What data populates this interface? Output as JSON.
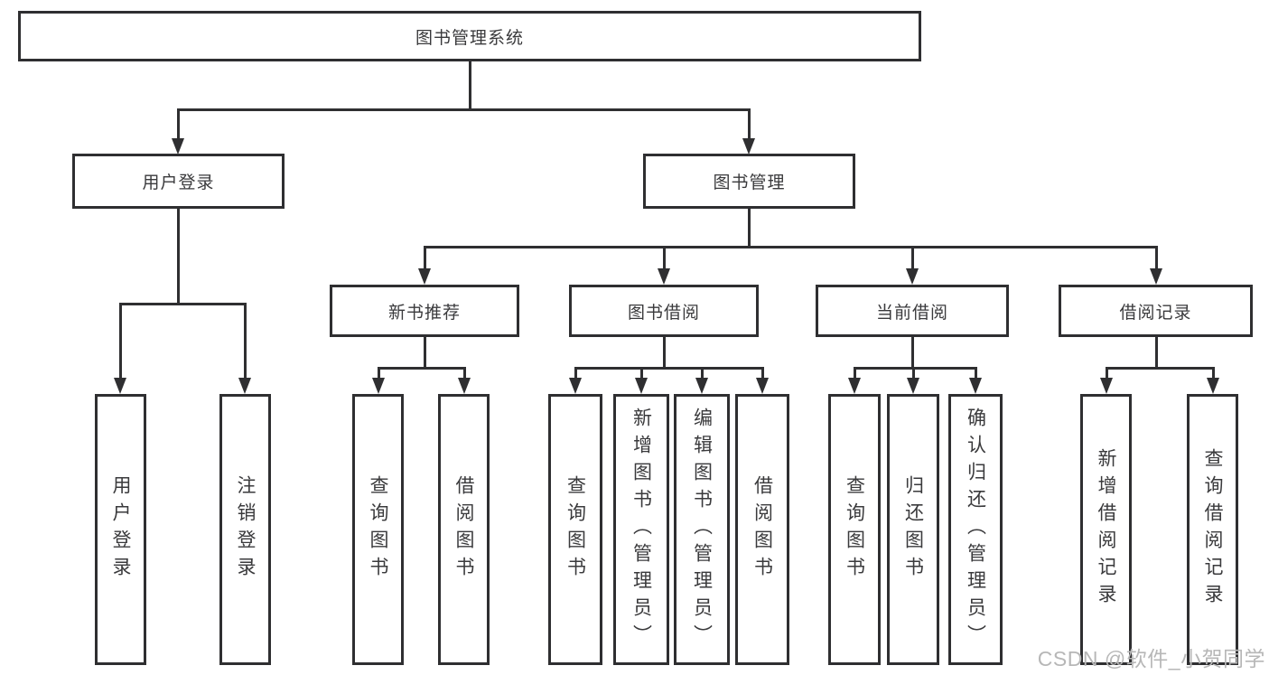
{
  "tree": {
    "root": "图书管理系统",
    "branches": [
      {
        "label": "用户登录",
        "children": [
          "用户登录",
          "注销登录"
        ]
      },
      {
        "label": "图书管理",
        "sections": [
          {
            "label": "新书推荐",
            "children": [
              "查询图书",
              "借阅图书"
            ]
          },
          {
            "label": "图书借阅",
            "children": [
              "查询图书",
              "新增图书（管理员）",
              "编辑图书（管理员）",
              "借阅图书"
            ]
          },
          {
            "label": "当前借阅",
            "children": [
              "查询图书",
              "归还图书",
              "确认归还（管理员）"
            ]
          },
          {
            "label": "借阅记录",
            "children": [
              "新增借阅记录",
              "查询借阅记录"
            ]
          }
        ]
      }
    ]
  },
  "watermark": "CSDN @软件_小贺同学",
  "colors": {
    "line": "#2f2f31",
    "text": "#3a3a3c",
    "watermark": "#b7b7b7",
    "background": "#ffffff"
  }
}
